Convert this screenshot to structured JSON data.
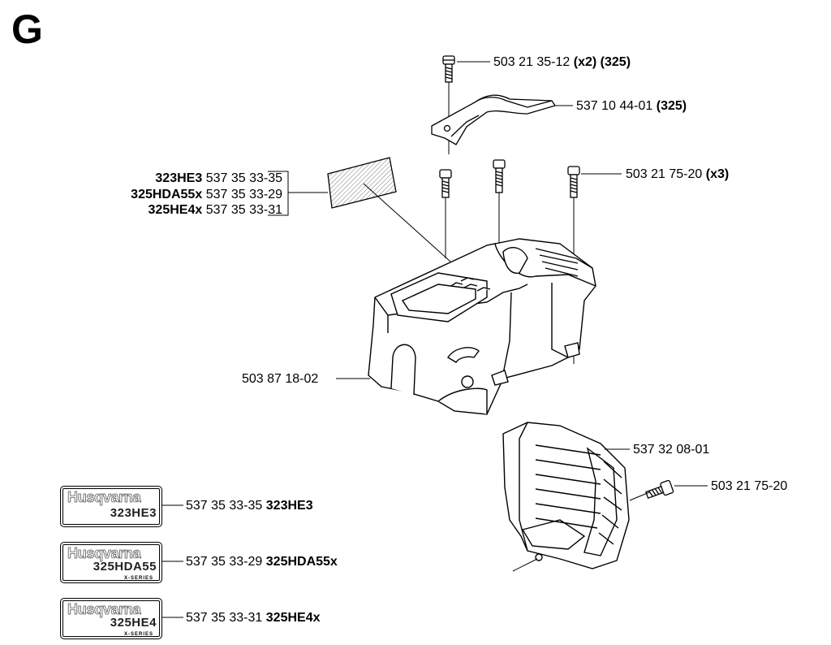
{
  "section": "G",
  "callouts": {
    "screw_top": {
      "part": "503 21 35-12",
      "extra": "(x2) (325)"
    },
    "handle_cover": {
      "part": "537 10 44-01",
      "extra": "(325)"
    },
    "screws_three": {
      "part": "503 21 75-20",
      "extra": "(x3)"
    },
    "engine_cover": {
      "part": "503 87 18-02"
    },
    "cylinder_cover": {
      "part": "537 32 08-01"
    },
    "screw_side": {
      "part": "503 21 75-20"
    }
  },
  "decal_group": [
    {
      "model": "323HE3",
      "part": "537 35 33-35"
    },
    {
      "model": "325HDA55x",
      "part": "537 35 33-29"
    },
    {
      "model": "325HE4x",
      "part": "537 35 33-31"
    }
  ],
  "decals": [
    {
      "brand": "Husqvarna",
      "model_text": "323HE3",
      "series": "",
      "part": "537 35 33-35",
      "model": "323HE3"
    },
    {
      "brand": "Husqvarna",
      "model_text": "325HDA55",
      "series": "X-SERIES",
      "part": "537 35 33-29",
      "model": "325HDA55x"
    },
    {
      "brand": "Husqvarna",
      "model_text": "325HE4",
      "series": "X-SERIES",
      "part": "537 35 33-31",
      "model": "325HE4x"
    }
  ]
}
